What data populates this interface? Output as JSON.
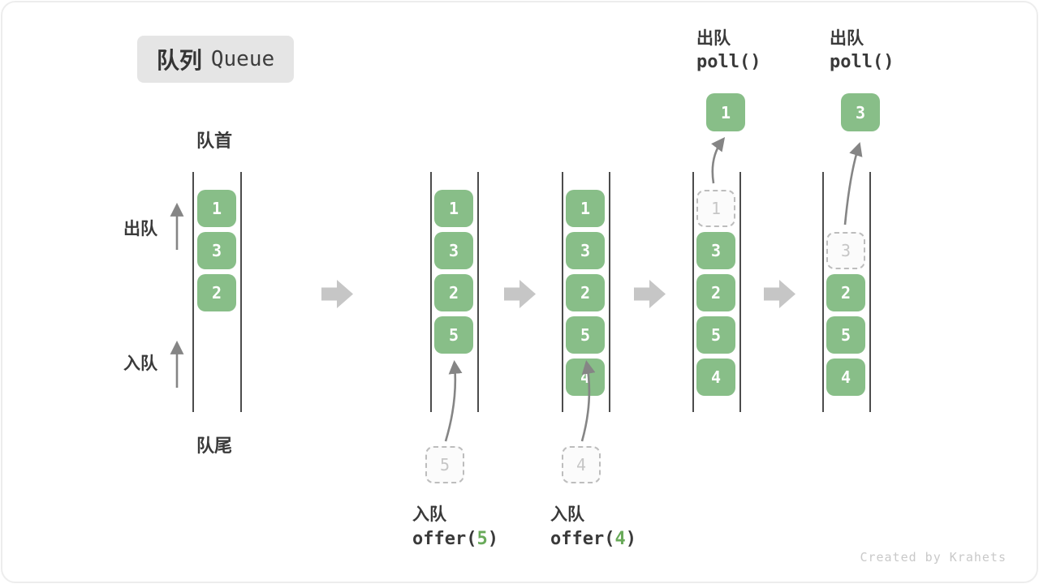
{
  "title": {
    "zh": "队列",
    "en": "Queue"
  },
  "side": {
    "front_label": "队首",
    "rear_label": "队尾",
    "dequeue_label": "出队",
    "enqueue_label": "入队"
  },
  "operations": {
    "enqueue5": {
      "zh": "入队",
      "fn": "offer(",
      "arg": "5",
      "close": ")"
    },
    "enqueue4": {
      "zh": "入队",
      "fn": "offer(",
      "arg": "4",
      "close": ")"
    },
    "poll1": {
      "zh": "出队",
      "code": "poll()"
    },
    "poll2": {
      "zh": "出队",
      "code": "poll()"
    }
  },
  "queues": [
    {
      "blocks": [
        "1",
        "3",
        "2"
      ]
    },
    {
      "blocks": [
        "1",
        "3",
        "2",
        "5"
      ],
      "incoming": "5"
    },
    {
      "blocks": [
        "1",
        "3",
        "2",
        "5",
        "4"
      ],
      "incoming": "4"
    },
    {
      "ghost": "1",
      "blocks": [
        "3",
        "2",
        "5",
        "4"
      ],
      "popped": "1"
    },
    {
      "ghost": "3",
      "blocks": [
        "2",
        "5",
        "4"
      ],
      "popped": "3"
    }
  ],
  "colors": {
    "block_green": "#88be88",
    "accent_green": "#69aa5a",
    "rail_dark": "#4c4c4c",
    "arrow_gray": "#858585",
    "chevron_gray": "#c6c6c6",
    "ghost_gray": "#c6c6c6",
    "badge_bg": "#e5e5e5",
    "text_dark": "#3a3a3a"
  },
  "watermark": "Created by Krahets"
}
